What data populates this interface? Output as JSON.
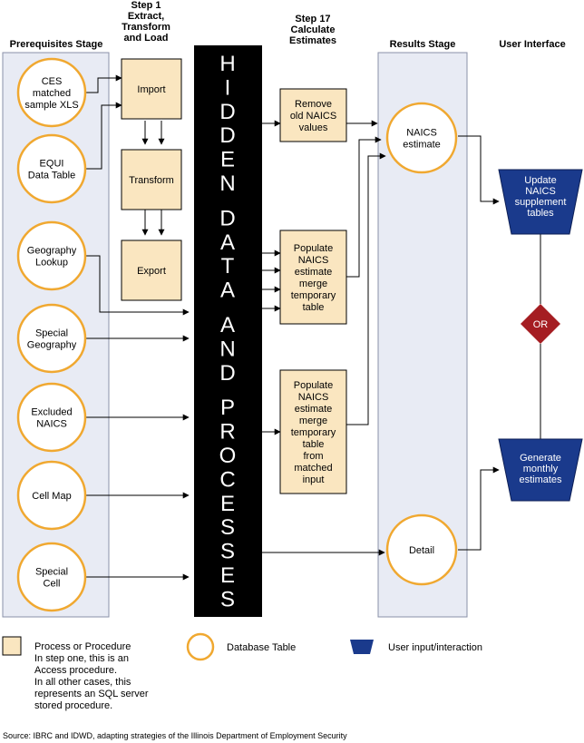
{
  "headers": {
    "prereq": [
      "Prerequisites Stage"
    ],
    "step1": [
      "Step 1",
      "Extract,",
      "Transform",
      "and Load"
    ],
    "step17": [
      "Step 17",
      "Calculate",
      "Estimates"
    ],
    "results": [
      "Results Stage"
    ],
    "ui": [
      "User Interface"
    ]
  },
  "prerequisites": [
    [
      "CES",
      "matched",
      "sample XLS"
    ],
    [
      "EQUI",
      "Data Table"
    ],
    [
      "Geography",
      "Lookup"
    ],
    [
      "Special",
      "Geography"
    ],
    [
      "Excluded",
      "NAICS"
    ],
    [
      "Cell Map"
    ],
    [
      "Special",
      "Cell"
    ]
  ],
  "etl": [
    [
      "Import"
    ],
    [
      "Transform"
    ],
    [
      "Export"
    ]
  ],
  "hidden_letters": [
    "H",
    "I",
    "D",
    "D",
    "E",
    "N",
    "D",
    "A",
    "T",
    "A",
    "A",
    "N",
    "D",
    "P",
    "R",
    "O",
    "C",
    "E",
    "S",
    "S",
    "E",
    "S"
  ],
  "calc": [
    [
      "Remove",
      "old NAICS",
      "values"
    ],
    [
      "Populate",
      "NAICS",
      "estimate",
      "merge",
      "temporary",
      "table"
    ],
    [
      "Populate",
      "NAICS",
      "estimate",
      "merge",
      "temporary",
      "table",
      "from",
      "matched",
      "input"
    ]
  ],
  "results": [
    [
      "NAICS",
      "estimate"
    ],
    [
      "Detail"
    ]
  ],
  "user_interface": {
    "top": [
      "Update",
      "NAICS",
      "supplement",
      "tables"
    ],
    "or": "OR",
    "bottom": [
      "Generate",
      "monthly",
      "estimates"
    ]
  },
  "legend": {
    "process": [
      "Process or Procedure",
      "In step one, this is an",
      "Access procedure.",
      "In all other cases, this",
      "represents an SQL server",
      "stored procedure."
    ],
    "database": "Database Table",
    "user": "User input/interaction"
  },
  "source": "Source: IBRC and IDWD, adapting strategies of the Illinois Department of Employment Security",
  "colors": {
    "panel": "#e8ebf4",
    "process": "#fae6c0",
    "circle_stroke": "#f0a830",
    "ui": "#1a3a8c",
    "or": "#a51d22",
    "hidden": "#000000"
  }
}
